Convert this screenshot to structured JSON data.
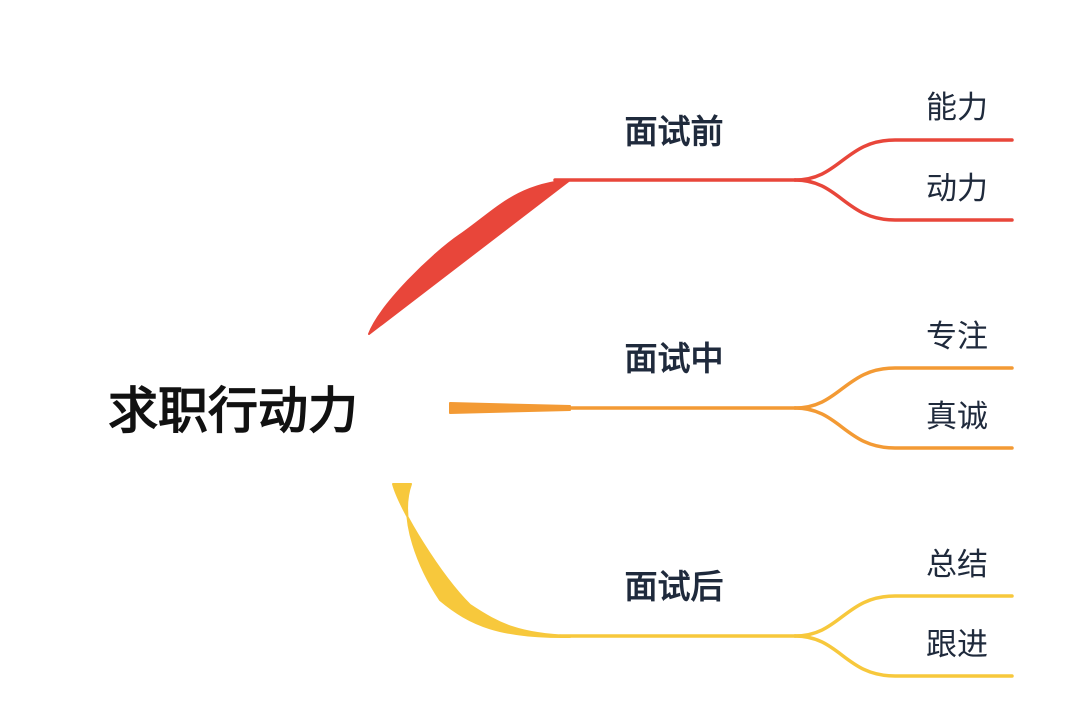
{
  "root": {
    "label": "求职行动力"
  },
  "branches": [
    {
      "label": "面试前",
      "color": "#e8463a",
      "children": [
        {
          "label": "能力"
        },
        {
          "label": "动力"
        }
      ]
    },
    {
      "label": "面试中",
      "color": "#f39a34",
      "children": [
        {
          "label": "专注"
        },
        {
          "label": "真诚"
        }
      ]
    },
    {
      "label": "面试后",
      "color": "#f7c83c",
      "children": [
        {
          "label": "总结"
        },
        {
          "label": "跟进"
        }
      ]
    }
  ]
}
